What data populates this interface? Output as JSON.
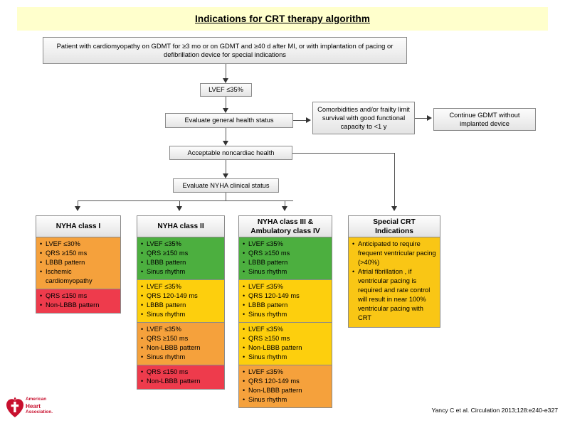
{
  "title": "Indications for CRT therapy algorithm",
  "colors": {
    "banner_bg": "#FFFFCC",
    "green": "#4CAF3F",
    "yellow": "#FDCF0D",
    "orange": "#F5A13C",
    "red": "#EE3B4C",
    "gold": "#F9C615",
    "box_gray": "#EFEFEF",
    "aha_red": "#C8102E"
  },
  "flow": {
    "start": "Patient with cardiomyopathy on GDMT for ≥3 mo or on GDMT and ≥40 d after MI, or with implantation of pacing or defibrillation device for special indications",
    "lvef": "LVEF ≤35%",
    "evaluate_health": "Evaluate general health status",
    "comorbidities": "Comorbidities and/or frailty limit survival with good functional capacity to <1 y",
    "continue_gdmt": "Continue GDMT without implanted device",
    "acceptable": "Acceptable noncardiac health",
    "evaluate_nyha": "Evaluate NYHA clinical status"
  },
  "columns": [
    {
      "id": "nyha-class-i",
      "header": "NYHA class I",
      "segments": [
        {
          "color": "orange",
          "items": [
            "LVEF ≤30%",
            "QRS ≥150 ms",
            "LBBB pattern",
            "Ischemic cardiomyopathy"
          ]
        },
        {
          "color": "red",
          "items": [
            "QRS ≤150 ms",
            "Non-LBBB pattern"
          ]
        }
      ]
    },
    {
      "id": "nyha-class-ii",
      "header": "NYHA class II",
      "segments": [
        {
          "color": "green",
          "items": [
            "LVEF ≤35%",
            "QRS ≥150 ms",
            "LBBB pattern",
            "Sinus rhythm"
          ]
        },
        {
          "color": "yellow",
          "items": [
            "LVEF ≤35%",
            "QRS 120-149 ms",
            "LBBB pattern",
            "Sinus rhythm"
          ]
        },
        {
          "color": "orange",
          "items": [
            "LVEF ≤35%",
            "QRS ≥150 ms",
            "Non-LBBB pattern",
            "Sinus rhythm"
          ]
        },
        {
          "color": "red",
          "items": [
            "QRS ≤150 ms",
            "Non-LBBB pattern"
          ]
        }
      ]
    },
    {
      "id": "nyha-class-iii-iv",
      "header": "NYHA class III  &\nAmbulatory class IV",
      "segments": [
        {
          "color": "green",
          "items": [
            "LVEF ≤35%",
            "QRS ≥150 ms",
            "LBBB pattern",
            "Sinus rhythm"
          ]
        },
        {
          "color": "yellow",
          "items": [
            "LVEF ≤35%",
            "QRS 120-149 ms",
            "LBBB pattern",
            "Sinus rhythm"
          ]
        },
        {
          "color": "yellow",
          "items": [
            "LVEF ≤35%",
            "QRS ≥150 ms",
            "Non-LBBB pattern",
            "Sinus rhythm"
          ]
        },
        {
          "color": "orange",
          "items": [
            "LVEF ≤35%",
            "QRS 120-149 ms",
            "Non-LBBB pattern",
            "Sinus rhythm"
          ]
        }
      ]
    },
    {
      "id": "special-crt-indications",
      "header": "Special CRT\nIndications",
      "segments": [
        {
          "color": "gold",
          "items": [
            "Anticipated to require frequent ventricular pacing (>40%)",
            "Atrial fibrillation , if ventricular pacing is required and rate control will result in near 100% ventricular pacing with CRT"
          ]
        }
      ]
    }
  ],
  "footer": {
    "logo_line1": "American",
    "logo_line2": "Heart",
    "logo_line3": "Association.",
    "citation": "Yancy C et al. Circulation 2013;128:e240-e327"
  }
}
